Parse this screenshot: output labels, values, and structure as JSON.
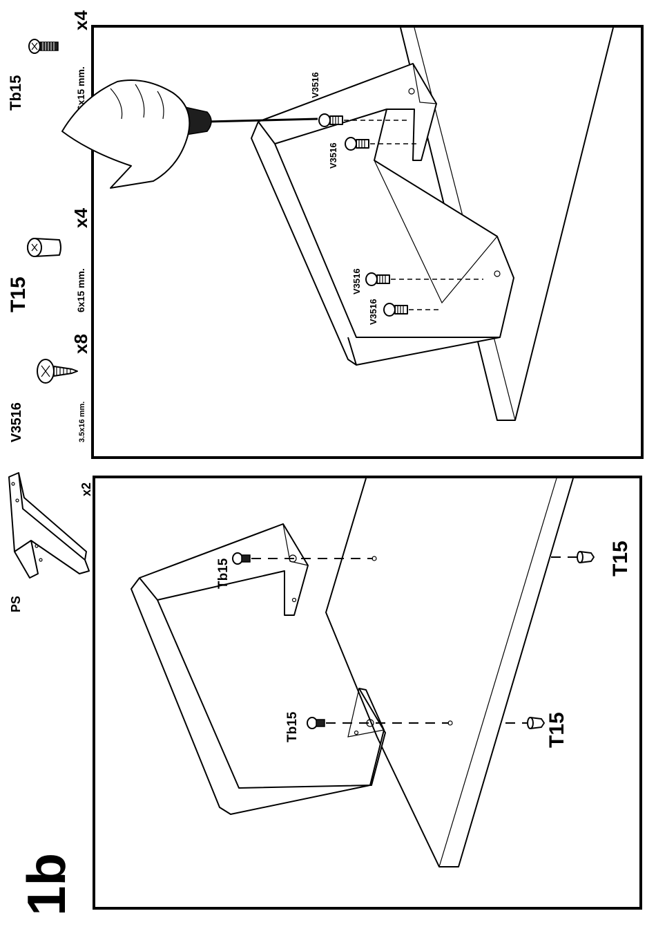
{
  "step": {
    "number": "1b"
  },
  "parts": {
    "ps": {
      "code": "PS",
      "qty": "x2"
    },
    "v3516": {
      "code": "V3516",
      "size": "3.5x16 mm.",
      "qty": "x8"
    },
    "t15": {
      "code": "T15",
      "size": "6x15 mm.",
      "qty": "x4"
    },
    "tb15": {
      "code": "Tb15",
      "size": "6x15 mm.",
      "qty": "x4"
    }
  },
  "top_panel": {
    "labels": [
      "V3516",
      "V3516",
      "V3516",
      "V3516"
    ]
  },
  "bottom_panel": {
    "screw_labels": [
      "Tb15",
      "Tb15"
    ],
    "dowel_labels": [
      "T15",
      "T15"
    ]
  }
}
